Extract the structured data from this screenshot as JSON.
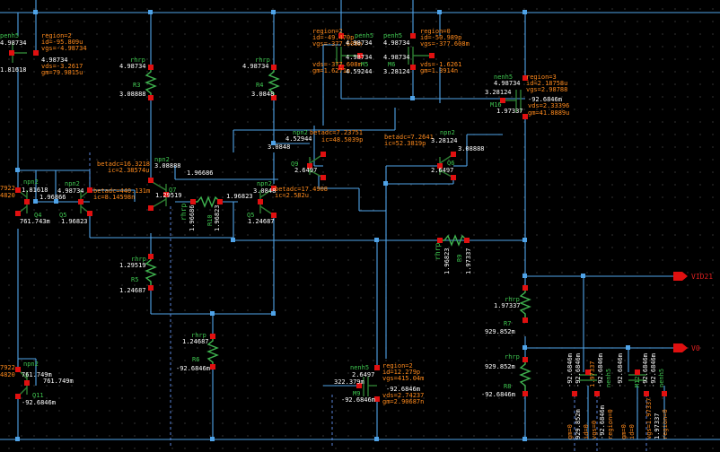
{
  "ports": {
    "vid21": "VID21",
    "vo": "V0"
  },
  "devices": {
    "tl": {
      "type": "penh5",
      "region": "region=2",
      "id": "id=-95.809u",
      "vgs": "vgs=-4.98734",
      "vds": "vds=-3.2617",
      "gm": "gm=79.9815u",
      "v1": "4.98734",
      "v2": "1.81618"
    },
    "m5": {
      "type": "penh5",
      "name": "M5",
      "region": "region=2",
      "id": "id=-49.470p",
      "vgs": "vgs=-377.608m",
      "vds": "vds=-377.608m",
      "gm": "gm=1.6271n",
      "v1": "4.98734",
      "v2": "4.98734",
      "v3": "4.59244"
    },
    "m6": {
      "type": "penh5",
      "name": "M6",
      "region": "region=0",
      "id": "id=-50.989p",
      "vgs": "vgs=-377.608m",
      "vds": "vds=-1.6261",
      "gm": "gm=1.3914n",
      "v1": "4.98734",
      "v2": "4.98734",
      "v3": "3.28124"
    },
    "m16": {
      "type": "nenh5",
      "name": "M16",
      "region": "region=3",
      "id": "id=2.18758u",
      "vgs": "vgs=2.98788",
      "vds": "vds=2.33396",
      "gm": "gm=41.8889u",
      "v1": "4.98734",
      "v2": "3.28124",
      "v3": "-92.6846m",
      "v4": "1.97337"
    },
    "r3": {
      "type": "rhrp",
      "name": "R3",
      "top": "4.98734",
      "bot": "3.08888"
    },
    "r4": {
      "type": "rhrp",
      "name": "R4",
      "top": "4.98734",
      "bot": "3.0848"
    },
    "q9": {
      "type": "npn2",
      "name": "Q9",
      "betadc": "betadc=7.23751",
      "ic": "ic=48.5039p",
      "vb": "4.52944",
      "ve": "3.0848",
      "vc": "2.6497"
    },
    "q6": {
      "type": "npn2",
      "name": "Q6",
      "betadc": "betadc=7.2641",
      "ic": "ic=52.3819p",
      "vb": "3.28124",
      "ve": "3.08888",
      "vc": "2.6497"
    },
    "q7": {
      "type": "npn2",
      "name": "Q7",
      "betadc": "betadc=16.3218",
      "ic": "ic=2.38574u",
      "vb": "3.08888",
      "ve": "1.96686",
      "vc": "1.29519"
    },
    "q5l": {
      "type": "npn2",
      "name": "Q5",
      "betadc": "betadc=440.131m",
      "ic": "ic=8.14598n",
      "vb": "4.98734",
      "ve": "1.96823"
    },
    "q4": {
      "type": "npn2",
      "name": "Q4",
      "v1": "1.81618",
      "v2": "1.96866",
      "v3": "761.743m",
      "l1": "7922",
      "l2": "4820"
    },
    "q5r": {
      "type": "npn2",
      "name": "Q5",
      "betadc": "betadc=17.4908",
      "ic": "ic=2.582u",
      "vb": "3.0848",
      "ve": "1.24687",
      "vc": "1.96823"
    },
    "r10": {
      "type": "rhrp",
      "name": "R10",
      "v1": "1.96686",
      "v2": "1.96823"
    },
    "r9": {
      "type": "rhrp",
      "name": "R9",
      "v1": "1.96823",
      "v2": "1.97337"
    },
    "r5": {
      "type": "rhrp",
      "name": "R5",
      "top": "1.29519",
      "bot": "1.24687"
    },
    "r6": {
      "type": "rhrp",
      "name": "R6",
      "top": "1.24687",
      "bot": "-92.6846m"
    },
    "r7": {
      "type": "rhrp",
      "name": "R7",
      "top": "1.97337",
      "bot": "929.852m"
    },
    "r8": {
      "type": "rhrp",
      "name": "R8",
      "top": "929.852m",
      "bot": "-92.6846m"
    },
    "q11": {
      "type": "npn2",
      "name": "Q11",
      "v1": "761.749m",
      "v2": "761.749m",
      "v3": "-92.6846m",
      "l1": "7922",
      "l2": "4820"
    },
    "m9": {
      "type": "nenh5",
      "name": "M9",
      "region": "region=2",
      "id": "id=12.279p",
      "vgs": "vgs=415.04m",
      "vds": "vds=2.74237",
      "gm": "gm=2.90687n",
      "v1": "322.379m",
      "v2": "2.6497",
      "v3": "-92.6846m",
      "v4": "-92.6846m"
    },
    "m11": {
      "type": "nenh5",
      "vals": [
        "-92.6846m",
        "-92.6846m",
        "-92.6846m",
        "929.852m",
        "1.97337",
        "-92.6846m"
      ],
      "region": "region=0",
      "id": "id=0",
      "vgs": "vgs=0",
      "gm": "gm=0"
    },
    "m12": {
      "type": "nenh5",
      "name": "M12",
      "vals": [
        "-92.6846m",
        "-92.6846m",
        "-92.6846m",
        "1.97337"
      ],
      "region": "region=0",
      "id": "id=0",
      "vgs": "vgs=1.97337",
      "gm": "gm=0"
    }
  }
}
